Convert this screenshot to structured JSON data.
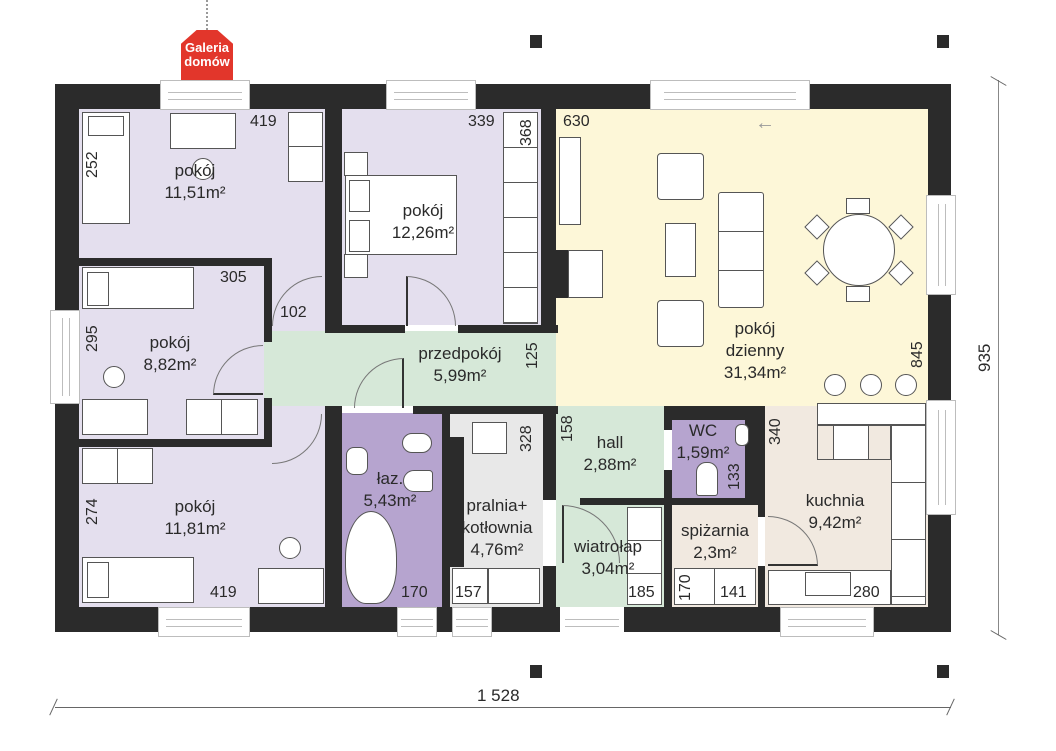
{
  "logo": {
    "line1": "Galeria",
    "line2": "domów",
    "color": "#e2362b"
  },
  "colors": {
    "bedroom": "#e4dfee",
    "living": "#fdf7d8",
    "hall": "#d6e8d8",
    "bath": "#b6a4cf",
    "utility": "#e8e8e8",
    "pantry": "#f1e9e0",
    "kitchen": "#f1e9e0",
    "wall": "#2b2b2b"
  },
  "rooms": [
    {
      "id": "pokoj-1",
      "name": "pokój",
      "area": "11,51m²",
      "dims": [
        "419",
        "252"
      ]
    },
    {
      "id": "pokoj-2",
      "name": "pokój",
      "area": "12,26m²",
      "dims": [
        "339",
        "368"
      ]
    },
    {
      "id": "pokoj-3",
      "name": "pokój",
      "area": "8,82m²",
      "dims": [
        "305",
        "295",
        "102"
      ]
    },
    {
      "id": "pokoj-4",
      "name": "pokój",
      "area": "11,81m²",
      "dims": [
        "419",
        "274"
      ]
    },
    {
      "id": "przedpokoj",
      "name": "przedpokój",
      "area": "5,99m²",
      "dims": [
        "125"
      ]
    },
    {
      "id": "pokoj-dzienny",
      "name": "pokój",
      "name2": "dzienny",
      "area": "31,34m²",
      "dims": [
        "630",
        "845"
      ]
    },
    {
      "id": "lazienka",
      "name": "łaz.",
      "area": "5,43m²",
      "dims": [
        "170"
      ]
    },
    {
      "id": "pralnia",
      "name": "pralnia+",
      "name2": "kotłownia",
      "area": "4,76m²",
      "dims": [
        "328",
        "157"
      ]
    },
    {
      "id": "hall",
      "name": "hall",
      "area": "2,88m²",
      "dims": [
        "158"
      ]
    },
    {
      "id": "wc",
      "name": "WC",
      "area": "1,59m²",
      "dims": [
        "133"
      ]
    },
    {
      "id": "wiatrolap",
      "name": "wiatrołap",
      "area": "3,04m²",
      "dims": [
        "185"
      ]
    },
    {
      "id": "spizarnia",
      "name": "spiżarnia",
      "area": "2,3m²",
      "dims": [
        "170",
        "141"
      ]
    },
    {
      "id": "kuchnia",
      "name": "kuchnia",
      "area": "9,42m²",
      "dims": [
        "340",
        "280"
      ]
    }
  ],
  "overall": {
    "width": "1 528",
    "depth": "935"
  },
  "icons": {
    "entrance_arrow": "←"
  }
}
